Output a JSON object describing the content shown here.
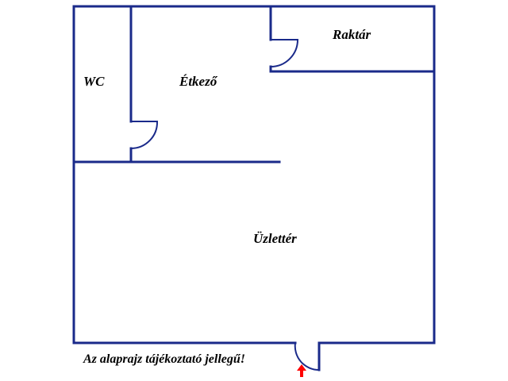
{
  "rooms": {
    "wc": "WC",
    "dining": "Étkező",
    "storage": "Raktár",
    "shop_floor": "Üzlettér"
  },
  "note": "Az alaprajz tájékoztató jellegű!",
  "icons": {
    "entrance": "entrance-arrow-icon"
  },
  "colors": {
    "wall": "#1a2a8a",
    "text": "#000000",
    "entrance_arrow": "#ff0000"
  }
}
